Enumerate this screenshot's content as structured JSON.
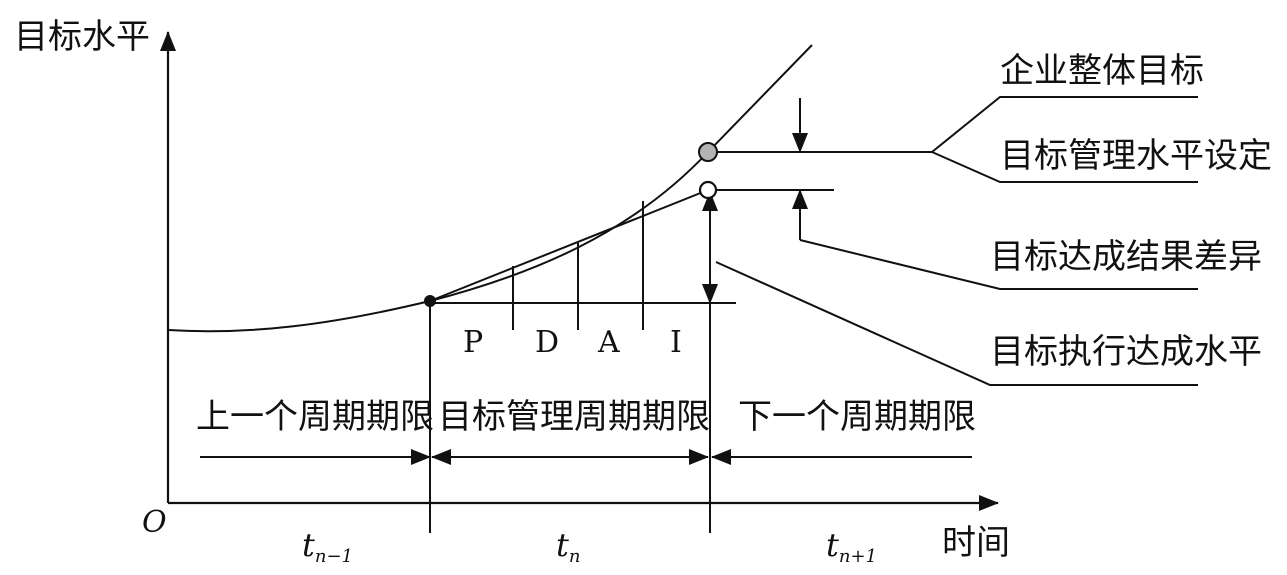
{
  "axes": {
    "y_label": "目标水平",
    "x_label": "时间",
    "origin_label": "O"
  },
  "labels": {
    "enterprise_goal": "企业整体目标",
    "goal_setting": "目标管理水平设定",
    "result_gap": "目标达成结果差异",
    "execution_level": "目标执行达成水平"
  },
  "pdai": [
    "P",
    "D",
    "A",
    "I"
  ],
  "periods": {
    "previous": "上一个周期期限",
    "current": "目标管理周期期限",
    "next": "下一个周期期限"
  },
  "time_ticks": [
    {
      "base": "t",
      "sub": "n−1"
    },
    {
      "base": "t",
      "sub": "n"
    },
    {
      "base": "t",
      "sub": "n+1"
    }
  ],
  "colors": {
    "line": "#111111",
    "marker_grey": "#b3b3b3",
    "background": "#ffffff"
  }
}
